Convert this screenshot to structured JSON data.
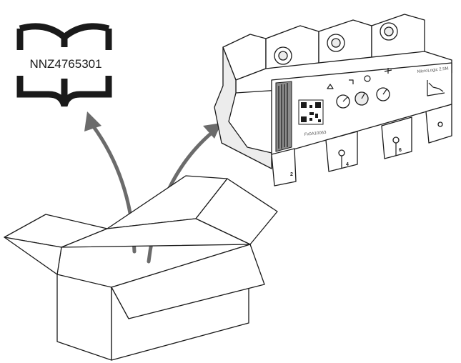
{
  "manual": {
    "reference_code": "NNZ4765301"
  },
  "trip_unit": {
    "brand_label": "MicroLogic 2.5M",
    "small_text": "Fx0A10063",
    "terminal_numbers": [
      "2",
      "4",
      "6"
    ]
  },
  "icons": {
    "manual": "open-book-icon",
    "package": "open-cardboard-box-icon",
    "product": "circuit-breaker-trip-unit-icon",
    "arrow": "curved-arrow-icon"
  },
  "colors": {
    "line": "#1a1a1a",
    "arrow": "#6b6b6b",
    "background": "#ffffff"
  }
}
